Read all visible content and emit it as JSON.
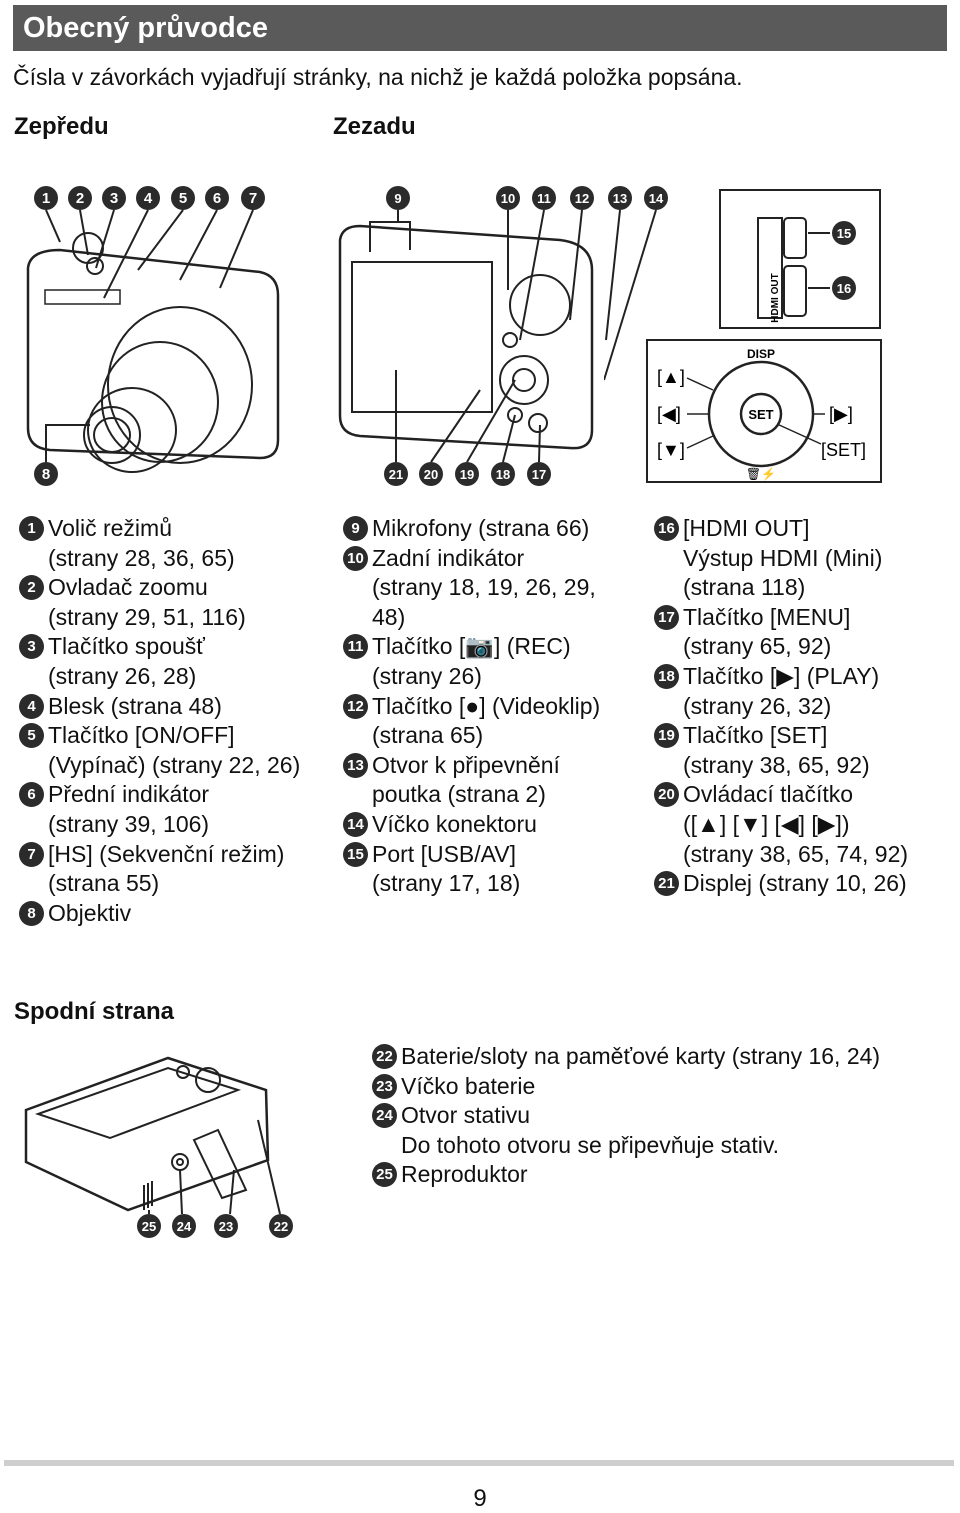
{
  "title": "Obecný průvodce",
  "intro": "Čísla v závorkách vyjadřují stránky, na nichž je každá položka popsána.",
  "front_label": "Zepředu",
  "back_label": "Zezadu",
  "bottom_label": "Spodní strana",
  "controls": {
    "up": "[▲]",
    "left": "[◀]",
    "right": "[▶]",
    "down": "[▼]",
    "set_bracket": "[SET]",
    "disp": "DISP",
    "set": "SET",
    "hdmi": "HDMI OUT"
  },
  "col1": [
    {
      "n": "1",
      "lines": [
        "Volič režimů",
        "(strany 28, 36, 65)"
      ]
    },
    {
      "n": "2",
      "lines": [
        "Ovladač zoomu",
        "(strany 29, 51, 116)"
      ]
    },
    {
      "n": "3",
      "lines": [
        "Tlačítko spoušť",
        "(strany 26, 28)"
      ]
    },
    {
      "n": "4",
      "lines": [
        "Blesk (strana 48)"
      ]
    },
    {
      "n": "5",
      "lines": [
        "Tlačítko [ON/OFF]",
        "(Vypínač) (strany 22, 26)"
      ]
    },
    {
      "n": "6",
      "lines": [
        "Přední indikátor",
        "(strany 39, 106)"
      ]
    },
    {
      "n": "7",
      "lines": [
        "[HS] (Sekvenční režim)",
        "(strana 55)"
      ]
    },
    {
      "n": "8",
      "lines": [
        "Objektiv"
      ]
    }
  ],
  "col2": [
    {
      "n": "9",
      "lines": [
        "Mikrofony (strana 66)"
      ]
    },
    {
      "n": "10",
      "lines": [
        "Zadní indikátor",
        "(strany 18, 19, 26, 29,",
        "48)"
      ]
    },
    {
      "n": "11",
      "lines": [
        "Tlačítko [📷] (REC)",
        "(strany 26)"
      ]
    },
    {
      "n": "12",
      "lines": [
        "Tlačítko [●] (Videoklip)",
        "(strana 65)"
      ]
    },
    {
      "n": "13",
      "lines": [
        "Otvor k připevnění",
        "poutka (strana 2)"
      ]
    },
    {
      "n": "14",
      "lines": [
        "Víčko konektoru"
      ]
    },
    {
      "n": "15",
      "lines": [
        "Port [USB/AV]",
        "(strany 17, 18)"
      ]
    }
  ],
  "col3": [
    {
      "n": "16",
      "lines": [
        "[HDMI OUT]",
        "Výstup HDMI (Mini)",
        "(strana 118)"
      ]
    },
    {
      "n": "17",
      "lines": [
        "Tlačítko [MENU]",
        "(strany 65, 92)"
      ]
    },
    {
      "n": "18",
      "lines": [
        "Tlačítko [▶] (PLAY)",
        "(strany 26, 32)"
      ]
    },
    {
      "n": "19",
      "lines": [
        "Tlačítko [SET]",
        "(strany 38, 65, 92)"
      ]
    },
    {
      "n": "20",
      "lines": [
        "Ovládací tlačítko",
        "([▲] [▼] [◀] [▶])",
        "(strany 38, 65, 74, 92)"
      ]
    },
    {
      "n": "21",
      "lines": [
        "Displej (strany 10, 26)"
      ]
    }
  ],
  "col4": [
    {
      "n": "22",
      "lines": [
        "Baterie/sloty na paměťové karty (strany 16, 24)"
      ]
    },
    {
      "n": "23",
      "lines": [
        "Víčko baterie"
      ]
    },
    {
      "n": "24",
      "lines": [
        "Otvor stativu",
        "Do tohoto otvoru se připevňuje stativ."
      ]
    },
    {
      "n": "25",
      "lines": [
        "Reproduktor"
      ]
    }
  ],
  "page_number": "9"
}
